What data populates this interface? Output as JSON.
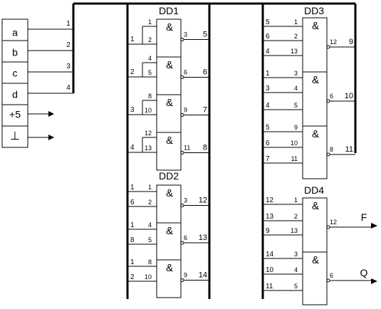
{
  "inputs": {
    "labels": [
      "a",
      "b",
      "c",
      "d",
      "+5",
      "⊥"
    ],
    "wire_numbers": [
      "1",
      "2",
      "3",
      "4"
    ]
  },
  "chips": {
    "dd1": "DD1",
    "dd2": "DD2",
    "dd3": "DD3",
    "dd4": "DD4"
  },
  "gate_symbol": "&",
  "dd1": {
    "gates": [
      {
        "in_pins": [
          "1",
          "2"
        ],
        "in_nets": [
          "1"
        ],
        "out_pin": "3",
        "out_net": "5"
      },
      {
        "in_pins": [
          "4",
          "5"
        ],
        "in_nets": [
          "2"
        ],
        "out_pin": "6",
        "out_net": "6"
      },
      {
        "in_pins": [
          "8",
          "10"
        ],
        "in_nets": [
          "3"
        ],
        "out_pin": "9",
        "out_net": "7"
      },
      {
        "in_pins": [
          "12",
          "13"
        ],
        "in_nets": [
          "4"
        ],
        "out_pin": "11",
        "out_net": "8"
      }
    ]
  },
  "dd2": {
    "gates": [
      {
        "in_pins": [
          "1",
          "2"
        ],
        "in_nets": [
          "1",
          "6"
        ],
        "out_pin": "3",
        "out_net": "12"
      },
      {
        "in_pins": [
          "4",
          "5"
        ],
        "in_nets": [
          "1",
          "8"
        ],
        "out_pin": "6",
        "out_net": "13"
      },
      {
        "in_pins": [
          "8",
          "10"
        ],
        "in_nets": [
          "1",
          "2"
        ],
        "out_pin": "9",
        "out_net": "14"
      }
    ]
  },
  "dd3": {
    "gates": [
      {
        "in_pins": [
          "1",
          "2",
          "13"
        ],
        "in_nets": [
          "5",
          "6",
          "4"
        ],
        "out_pin": "12",
        "out_net": "9"
      },
      {
        "in_pins": [
          "3",
          "4",
          "5"
        ],
        "in_nets": [
          "1",
          "3",
          "4"
        ],
        "out_pin": "6",
        "out_net": "10"
      },
      {
        "in_pins": [
          "9",
          "10",
          "11"
        ],
        "in_nets": [
          "5",
          "6",
          "7"
        ],
        "out_pin": "8",
        "out_net": "11"
      }
    ]
  },
  "dd4": {
    "gates": [
      {
        "in_pins": [
          "1",
          "2",
          "13"
        ],
        "in_nets": [
          "12",
          "13",
          "9"
        ],
        "out_pin": "12",
        "out_net": "F"
      },
      {
        "in_pins": [
          "3",
          "4",
          "5"
        ],
        "in_nets": [
          "14",
          "10",
          "11"
        ],
        "out_pin": "6",
        "out_net": "Q"
      }
    ]
  }
}
